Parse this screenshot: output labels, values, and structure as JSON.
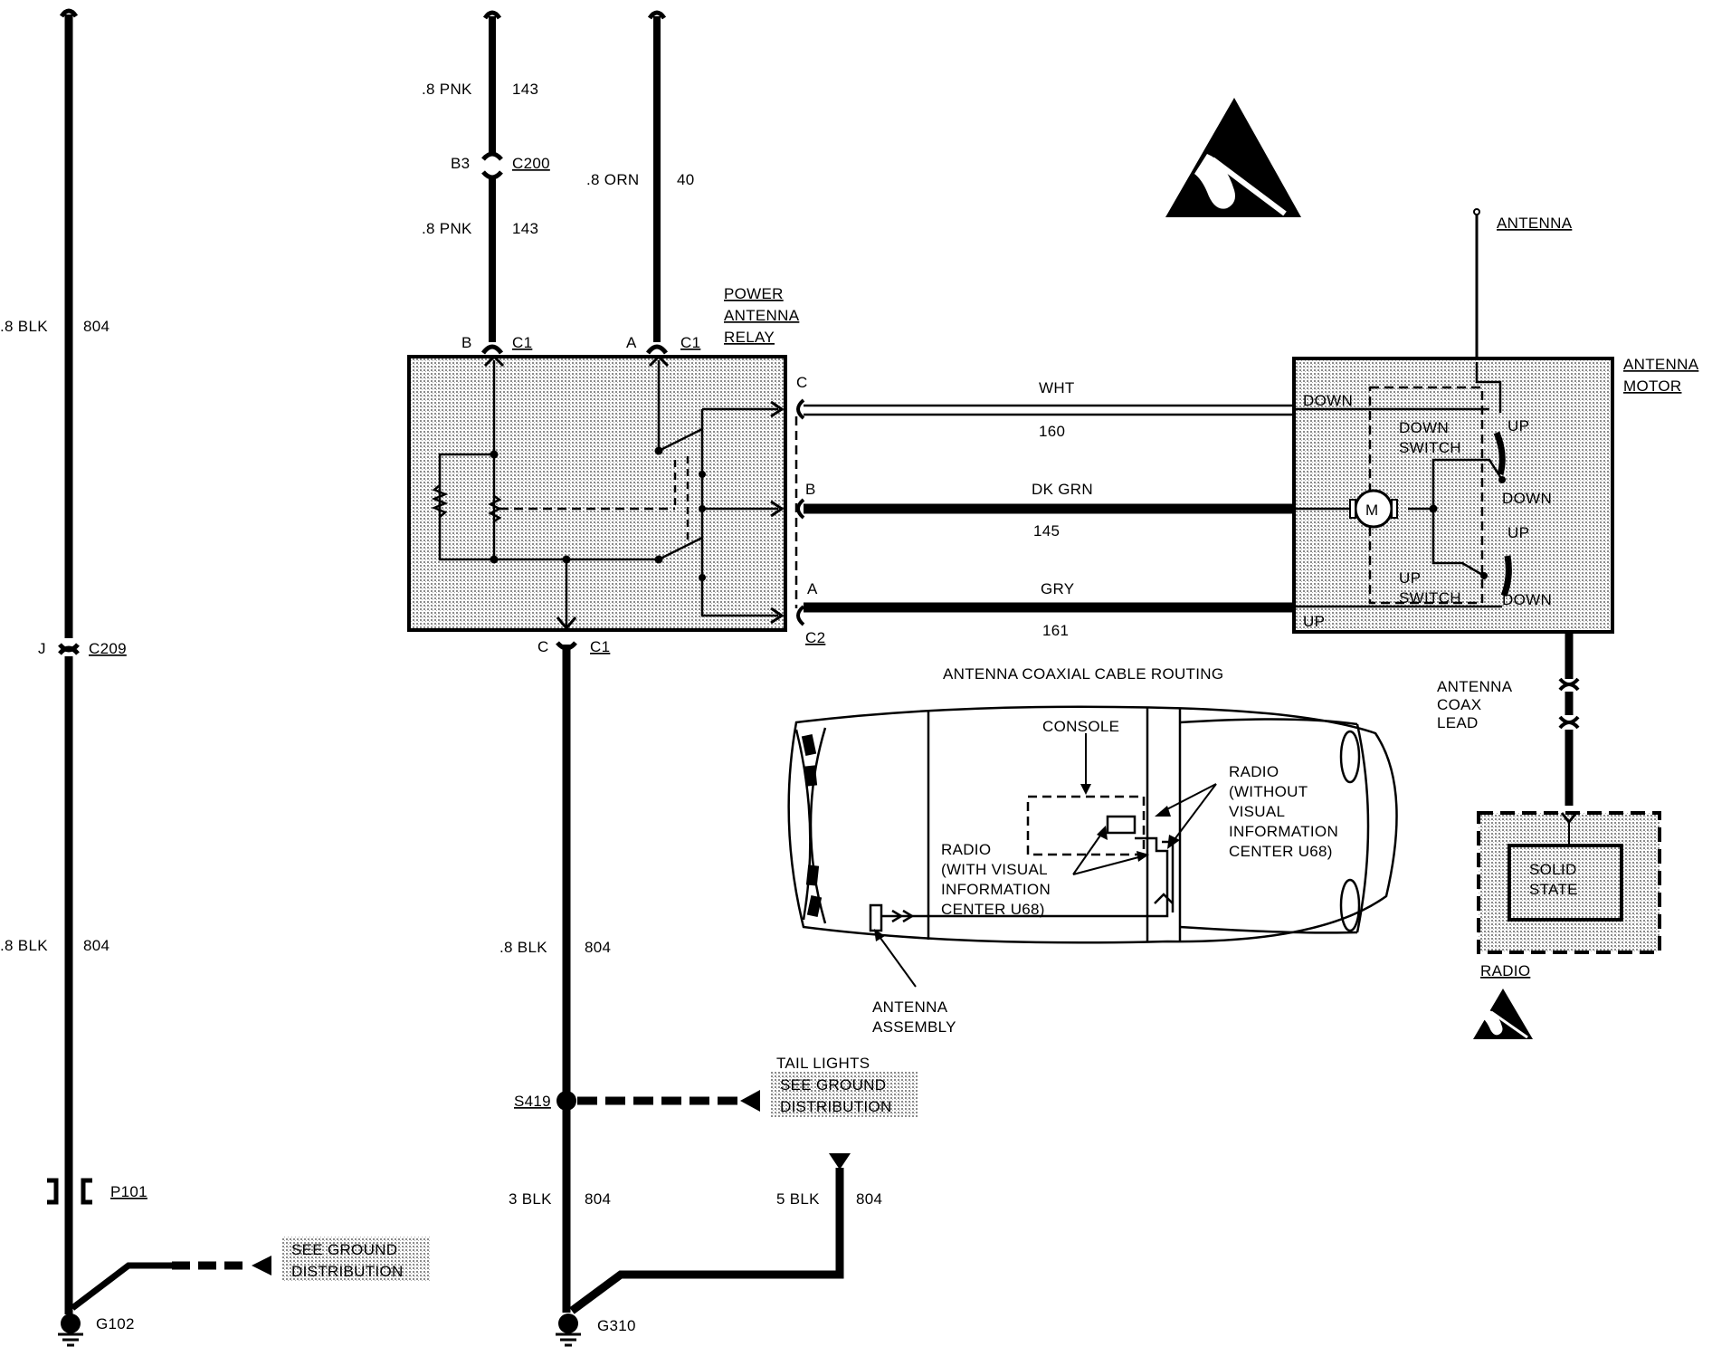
{
  "left_circuit": {
    "wire_top": {
      "gauge": ".8 BLK",
      "circuit": "804"
    },
    "connector": {
      "pin": "J",
      "name": "C209"
    },
    "wire_bottom": {
      "gauge": ".8 BLK",
      "circuit": "804"
    },
    "connector_p": "P101",
    "note": [
      "SEE GROUND",
      "DISTRIBUTION"
    ],
    "ground": "G102"
  },
  "feed_143": {
    "wire_top": {
      "gauge": ".8 PNK",
      "circuit": "143"
    },
    "connector": {
      "pin": "B3",
      "name": "C200"
    },
    "wire_bottom": {
      "gauge": ".8 PNK",
      "circuit": "143"
    }
  },
  "feed_40": {
    "gauge": ".8 ORN",
    "circuit": "40"
  },
  "relay": {
    "title": [
      "POWER",
      "ANTENNA",
      "RELAY"
    ],
    "pin_b": "B",
    "pin_a": "A",
    "pin_c": "C",
    "conn_c1": "C1",
    "out_c": "C",
    "out_b": "B",
    "out_a": "A",
    "conn_c2": "C2"
  },
  "harness": [
    {
      "color": "WHT",
      "circuit": "160"
    },
    {
      "color": "DK GRN",
      "circuit": "145"
    },
    {
      "color": "GRY",
      "circuit": "161"
    }
  ],
  "antenna_label": "ANTENNA",
  "motor": {
    "title": [
      "ANTENNA",
      "MOTOR"
    ],
    "down_label": "DOWN",
    "up_label": "UP",
    "down_switch": [
      "DOWN",
      "SWITCH"
    ],
    "up_switch": [
      "UP",
      "SWITCH"
    ],
    "sw1_up": "UP",
    "sw1_down": "DOWN",
    "sw2_up": "UP",
    "sw2_down": "DOWN",
    "motor_symbol": "M"
  },
  "coax": {
    "label": [
      "ANTENNA",
      "COAX",
      "LEAD"
    ]
  },
  "radio": {
    "inner": [
      "SOLID",
      "STATE"
    ],
    "label": "RADIO"
  },
  "routing": {
    "title": "ANTENNA COAXIAL CABLE ROUTING",
    "console": "CONSOLE",
    "radio_without": [
      "RADIO",
      "(WITHOUT",
      "VISUAL",
      "INFORMATION",
      "CENTER U68)"
    ],
    "radio_with": [
      "RADIO",
      "(WITH  VISUAL",
      "INFORMATION",
      "CENTER U68)"
    ],
    "antenna_assembly": [
      "ANTENNA",
      "ASSEMBLY"
    ]
  },
  "ground_circuit": {
    "wire_top": {
      "gauge": ".8 BLK",
      "circuit": "804"
    },
    "splice": "S419",
    "tail_note": [
      "TAIL LIGHTS",
      "SEE GROUND",
      "DISTRIBUTION"
    ],
    "wire_bottom": {
      "gauge": "3 BLK",
      "circuit": "804"
    },
    "wire_side": {
      "gauge": "5 BLK",
      "circuit": "804"
    },
    "ground": "G310"
  },
  "colors": {
    "ink": "#000000",
    "shade": "#d4d4d4",
    "paper": "#ffffff"
  },
  "icons": [
    "esd-warning-icon",
    "ground-symbol-icon",
    "resistor-icon",
    "motor-icon"
  ]
}
